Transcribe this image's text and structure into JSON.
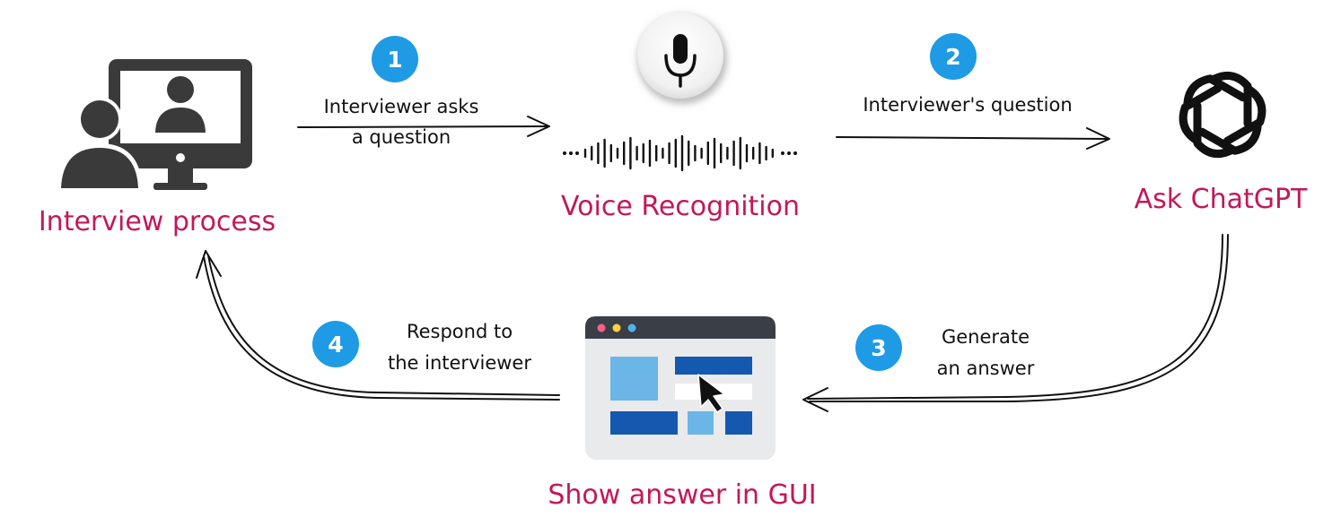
{
  "stages": {
    "interview": {
      "label": "Interview process",
      "icon": "computer-interview-icon"
    },
    "voice": {
      "label": "Voice Recognition",
      "icon": "microphone-icon"
    },
    "chatgpt": {
      "label": "Ask ChatGPT",
      "icon": "openai-logo-icon"
    },
    "gui": {
      "label": "Show answer in GUI",
      "icon": "app-window-icon"
    }
  },
  "steps": [
    {
      "number": "1",
      "line1": "Interviewer asks",
      "line2": "a question"
    },
    {
      "number": "2",
      "line1": "Interviewer's question",
      "line2": ""
    },
    {
      "number": "3",
      "line1": "Generate",
      "line2": "an answer"
    },
    {
      "number": "4",
      "line1": "Respond to",
      "line2": "the interviewer"
    }
  ],
  "colors": {
    "label": "#c2185b",
    "badge": "#1e9be4",
    "icon": "#3a3a3a",
    "window_bar": "#3a3f47",
    "window_blue": "#1558b0",
    "window_light_blue": "#6bb6e6"
  }
}
